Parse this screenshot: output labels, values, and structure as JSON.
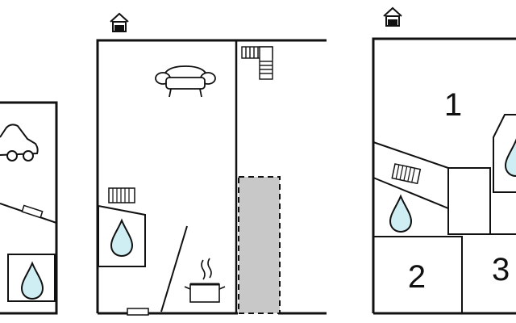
{
  "floor_plan": {
    "colors": {
      "wall": "#111111",
      "water": "#cfeef3",
      "fill_gray": "#c8c8c8",
      "paper": "#ffffff"
    },
    "icons": [
      "car-icon",
      "sofa-icon",
      "water-drop-icon",
      "radiator-icon",
      "stairs-icon",
      "cooking-pot-icon",
      "house-floor-icon"
    ],
    "room_labels": [
      "1",
      "2",
      "3"
    ]
  }
}
